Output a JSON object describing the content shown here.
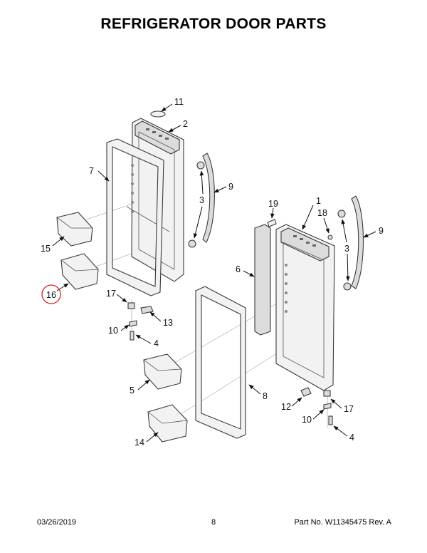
{
  "title": "REFRIGERATOR DOOR PARTS",
  "footer": {
    "date": "03/26/2019",
    "page": "8",
    "part_no": "Part No.  W11345475   Rev.  A"
  },
  "callouts": {
    "c1": "1",
    "c2": "2",
    "c3a": "3",
    "c3b": "3",
    "c4a": "4",
    "c4b": "4",
    "c5": "5",
    "c6": "6",
    "c7": "7",
    "c8": "8",
    "c9a": "9",
    "c9b": "9",
    "c10a": "10",
    "c10b": "10",
    "c11": "11",
    "c12": "12",
    "c13": "13",
    "c14": "14",
    "c15": "15",
    "c16": "16",
    "c17a": "17",
    "c17b": "17",
    "c18": "18",
    "c19": "19"
  },
  "highlight_callout": "16",
  "colors": {
    "highlight": "#e02020",
    "line": "#111111"
  }
}
